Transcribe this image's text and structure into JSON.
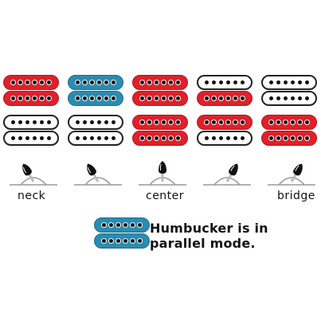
{
  "positions": [
    {
      "label": "neck",
      "top_pickup": [
        "red",
        "red"
      ],
      "bottom_pickup": [
        "white",
        "white"
      ]
    },
    {
      "label": "",
      "top_pickup": [
        "blue",
        "blue"
      ],
      "bottom_pickup": [
        "white",
        "white"
      ]
    },
    {
      "label": "center",
      "top_pickup": [
        "red",
        "red"
      ],
      "bottom_pickup": [
        "red",
        "red"
      ]
    },
    {
      "label": "",
      "top_pickup": [
        "white",
        "red"
      ],
      "bottom_pickup": [
        "red",
        "white"
      ]
    },
    {
      "label": "bridge",
      "top_pickup": [
        "white",
        "white"
      ],
      "bottom_pickup": [
        "red",
        "red"
      ]
    }
  ],
  "switch_lever_direction": [
    "left",
    "left",
    "center",
    "right",
    "right"
  ],
  "colors": {
    "red": "#e0202a",
    "blue": "#2a8cb0",
    "white": "#ffffff",
    "outline": "#222222"
  },
  "legend": {
    "text": "Humbucker is in parallel mode.",
    "coils": [
      "blue",
      "blue"
    ]
  }
}
